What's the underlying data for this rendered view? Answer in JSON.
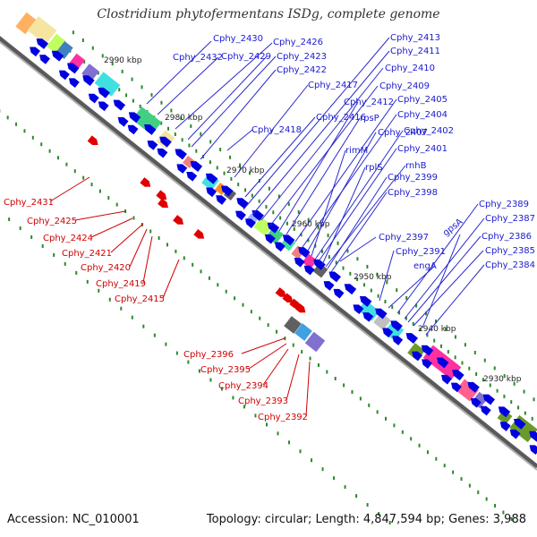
{
  "title": "Clostridium phytofermentans ISDg, complete genome",
  "accession": "Accession: NC_010001",
  "topology": "Topology: circular; Length: 4,847,594 bp; Genes: 3,988",
  "colors": {
    "backbone": "#7a7a7a",
    "gene_forward": "#e00000",
    "gene_reverse": "#0000e0",
    "label_forward": "#d00000",
    "label_reverse": "#1a1ad0",
    "tick": "#2a8a2a"
  },
  "scale_labels": [
    "2990 kbp",
    "2980 kbp",
    "2970 kbp",
    "2960 kbp",
    "2950 kbp",
    "2940 kbp",
    "2930 kbp"
  ],
  "reverse_labels": [
    "Cphy_2430",
    "Cphy_2432",
    "Cphy_2426",
    "Cphy_2429",
    "Cphy_2423",
    "Cphy_2422",
    "Cphy_2417",
    "Cphy_2416",
    "Cphy_2418",
    "Cphy_2413",
    "Cphy_2411",
    "Cphy_2410",
    "Cphy_2409",
    "Cphy_2412",
    "rpsP",
    "Cphy_2405",
    "Cphy_2404",
    "Cphy_2407",
    "rimM",
    "Cphy_2402",
    "Cphy_2401",
    "rplS",
    "rnhB",
    "Cphy_2399",
    "Cphy_2398",
    "Cphy_2389",
    "Cphy_2387",
    "Cphy_2397",
    "Cphy_2386",
    "Cphy_2391",
    "gpsA",
    "Cphy_2385",
    "engA",
    "Cphy_2384"
  ],
  "forward_labels": [
    "Cphy_2431",
    "Cphy_2425",
    "Cphy_2424",
    "Cphy_2421",
    "Cphy_2420",
    "Cphy_2419",
    "Cphy_2415",
    "Cphy_2396",
    "Cphy_2395",
    "Cphy_2394",
    "Cphy_2393",
    "Cphy_2392"
  ]
}
